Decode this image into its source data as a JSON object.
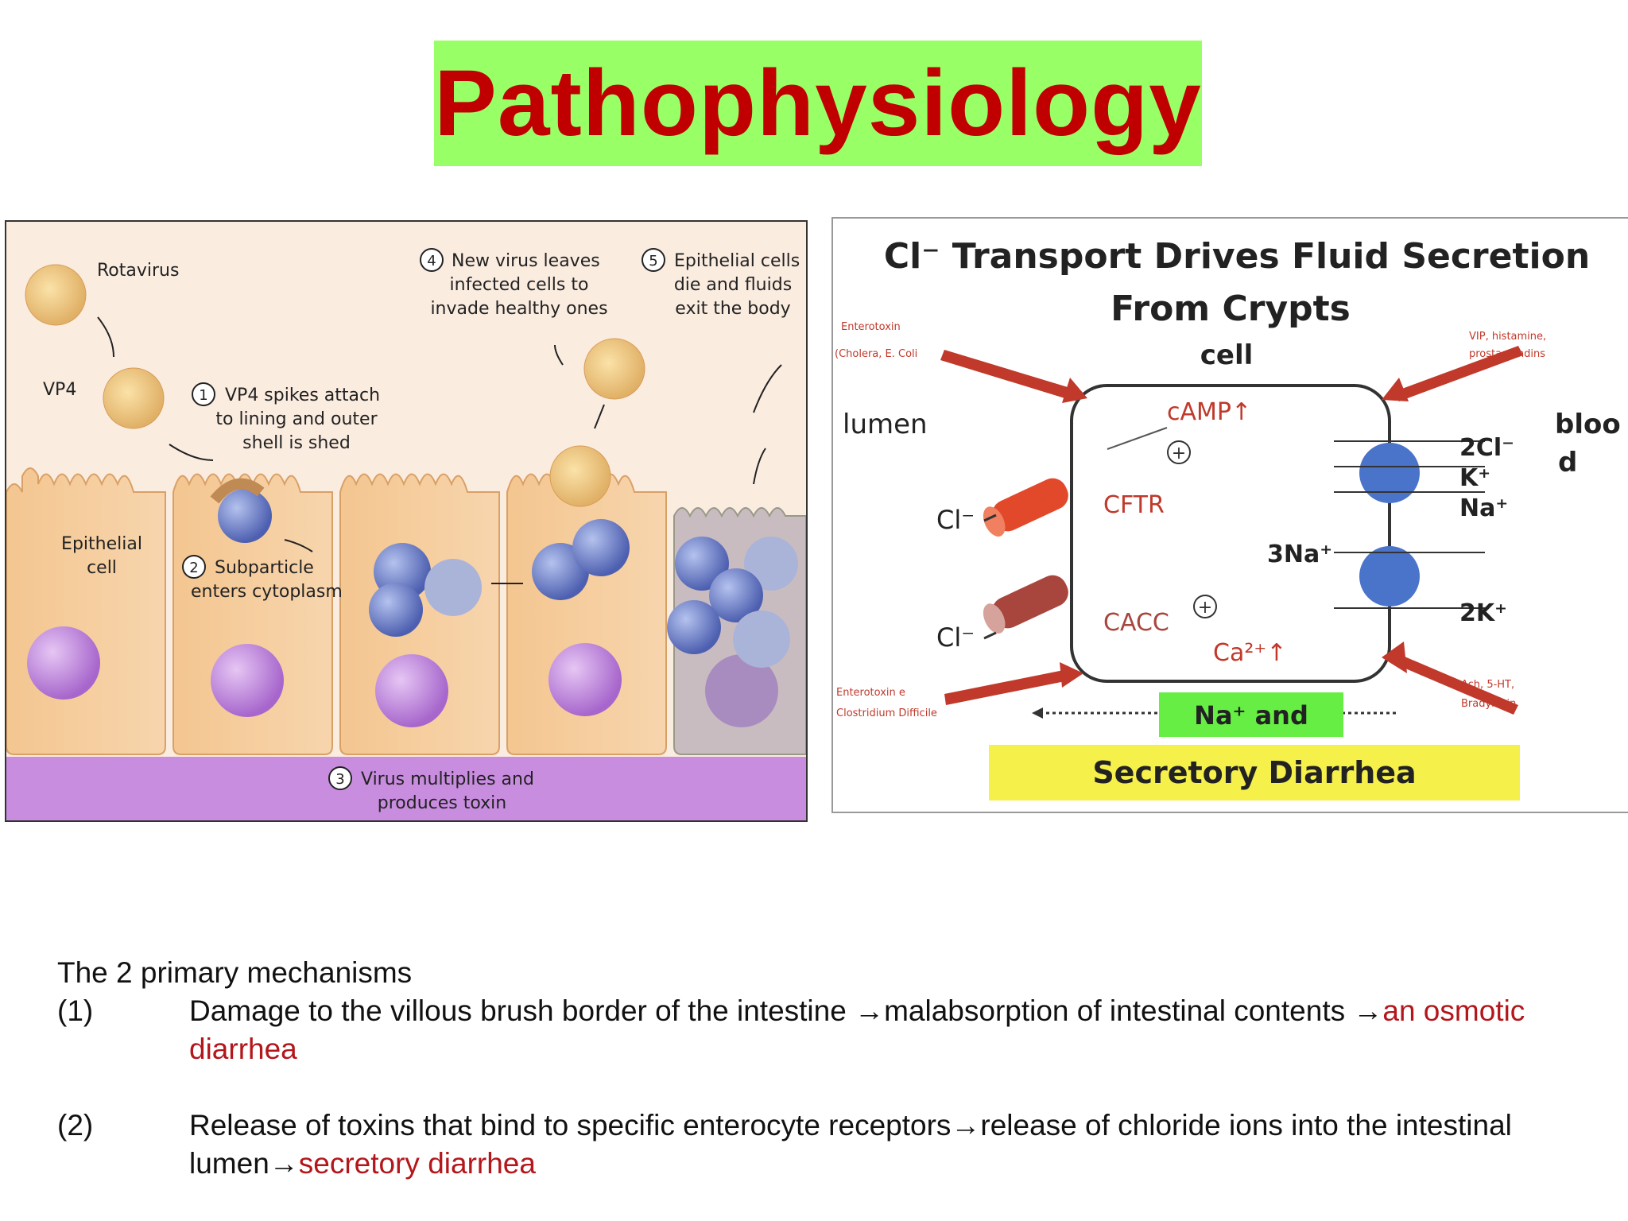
{
  "title": "Pathophysiology",
  "rotavirus_figure": {
    "rotavirus_label": "Rotavirus",
    "vp4_label": "VP4",
    "epithelial_cell_label": [
      "Epithelial",
      "cell"
    ],
    "step1": {
      "num": "1",
      "lines": [
        "VP4 spikes attach",
        "to lining and outer",
        "shell is shed"
      ]
    },
    "step2": {
      "num": "2",
      "lines": [
        "Subparticle",
        "enters cytoplasm"
      ]
    },
    "step3": {
      "num": "3",
      "lines": [
        "Virus multiplies and",
        "produces toxin"
      ]
    },
    "step4": {
      "num": "4",
      "lines": [
        "New virus leaves",
        "infected cells to",
        "invade healthy ones"
      ]
    },
    "step5": {
      "num": "5",
      "lines": [
        "Epithelial cells",
        "die and fluids",
        "exit the body"
      ]
    }
  },
  "chloride_figure": {
    "title_line1": "Cl⁻ Transport Drives Fluid Secretion",
    "title_line2": "From Crypts",
    "cell_label": "cell",
    "lumen_label": "lumen",
    "blood_label_1": "bloo",
    "blood_label_2": "d",
    "camp_label": "cAMP↑",
    "cftr_label": "CFTR",
    "cacc_label": "CACC",
    "ca_label": "Ca²⁺↑",
    "cl_label_1": "Cl⁻",
    "cl_label_2": "Cl⁻",
    "plus_sign": "+",
    "ions_top": [
      "2Cl⁻",
      "K⁺",
      "Na⁺"
    ],
    "na3_label": "3Na⁺",
    "k2_label": "2K⁺",
    "na_and_label": "Na⁺ and",
    "secretory_label": "Secretory Diarrhea",
    "small_labels": {
      "top_left": [
        "Enterotoxin",
        "(Cholera, E. Coli"
      ],
      "top_right": [
        "VIP, histamine,",
        "prostaglandins"
      ],
      "bottom_left": [
        "Enterotoxin e",
        "Clostridium Difficile"
      ],
      "bottom_right": [
        "Ach, 5-HT,",
        "Bradykinin"
      ]
    },
    "colors": {
      "arrow": "#c0392b",
      "pump": "#4a74c9",
      "cftr": "#e2492b",
      "cacc": "#a8463e",
      "na_box": "#66ee44",
      "secretory_box": "#f5f04a"
    }
  },
  "mechanisms": {
    "heading": "The 2 primary mechanisms",
    "item1": {
      "num": "(1)",
      "text": "Damage to the villous brush border of the intestine →malabsorption of intestinal contents →",
      "highlight": "an osmotic diarrhea"
    },
    "item2": {
      "num": "(2)",
      "text": "Release of toxins that bind to specific enterocyte receptors→release of chloride ions into the intestinal lumen→",
      "highlight": "secretory diarrhea"
    }
  }
}
